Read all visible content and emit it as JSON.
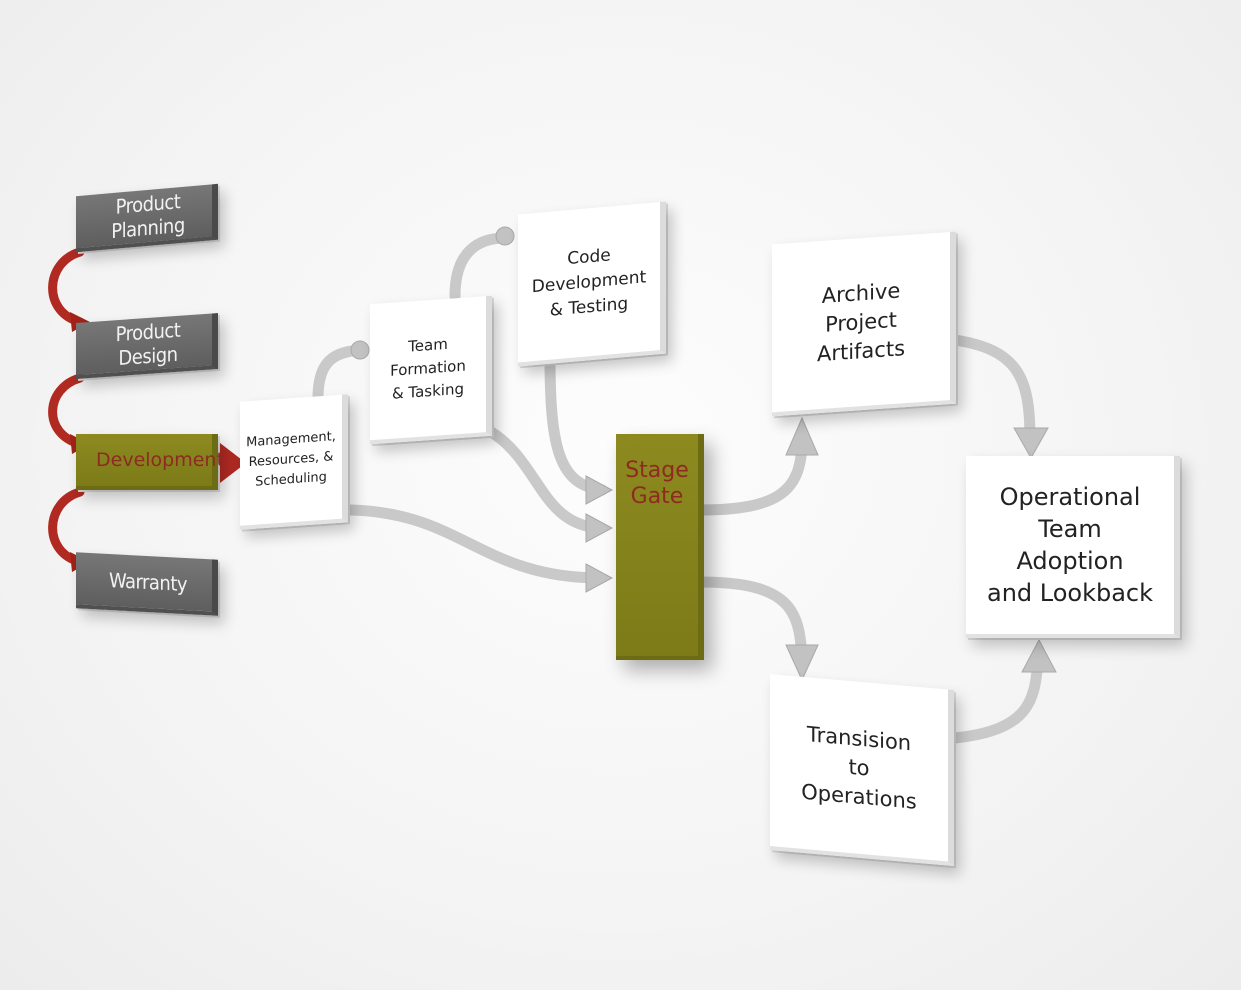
{
  "lifecycle_steps": [
    {
      "label": "Product Planning"
    },
    {
      "label": "Product Design"
    },
    {
      "label": "Development"
    },
    {
      "label": "Warranty"
    }
  ],
  "nodes": {
    "management": "Management,\nResources, &\nScheduling",
    "team_formation": "Team\nFormation\n& Tasking",
    "code_development": "Code\nDevelopment\n& Testing",
    "stage_gate": "Stage\nGate",
    "archive": "Archive\nProject\nArtifacts",
    "transition": "Transision\nto\nOperations",
    "operational": "Operational\nTeam\nAdoption\nand Lookback"
  },
  "colors": {
    "step_gray": "#666666",
    "active_olive": "#857f1b",
    "active_text": "#8e2a22",
    "arrow_red": "#b02a22",
    "connector": "#c8c8c8"
  }
}
